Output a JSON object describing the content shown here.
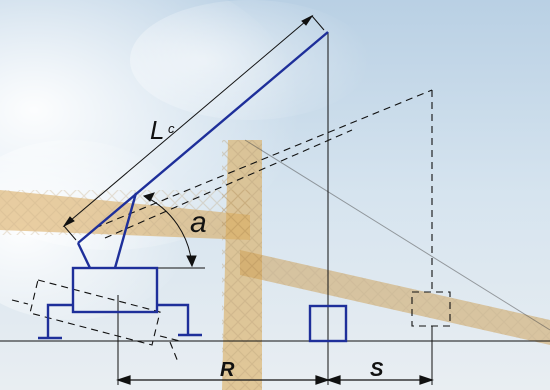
{
  "labels": {
    "boom_length": "Lc",
    "boom_angle": "a",
    "radius": "R",
    "offset": "S"
  },
  "colors": {
    "sky_top": "#c9dcea",
    "sky_bottom": "#e4edf3",
    "crane_steel": "#d4a75a",
    "crane_shadow": "#b88a42",
    "drawing_blue": "#1e2f9a",
    "line_black": "#111111"
  }
}
